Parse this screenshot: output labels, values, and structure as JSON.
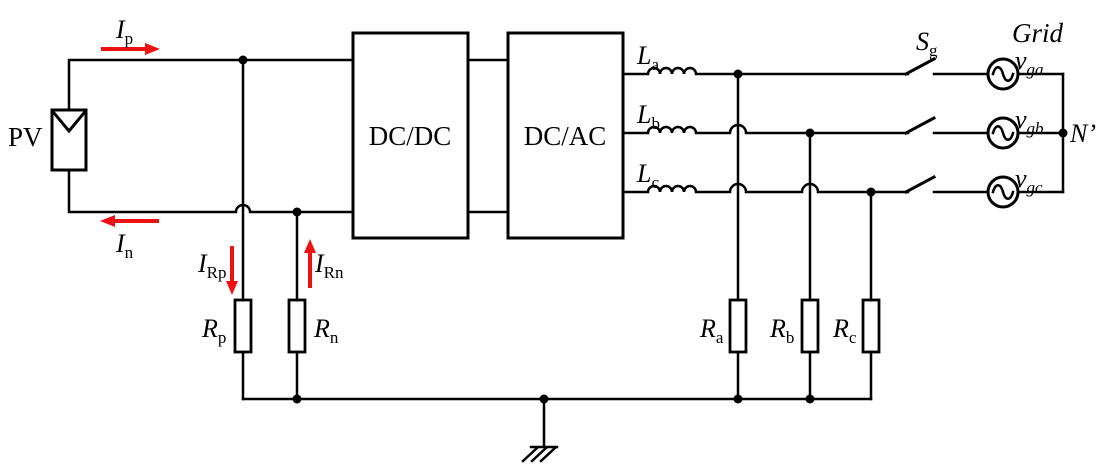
{
  "colors": {
    "background": "#ffffff",
    "wire": "#000000",
    "arrow": "#ee1111"
  },
  "pv": {
    "label": "PV"
  },
  "converters": {
    "dcdc_label": "DC/DC",
    "dcac_label": "DC/AC"
  },
  "currents": {
    "ip": {
      "main": "I",
      "sub": "p"
    },
    "in": {
      "main": "I",
      "sub": "n"
    },
    "irp": {
      "main": "I",
      "sub": "Rp"
    },
    "irn": {
      "main": "I",
      "sub": "Rn"
    }
  },
  "inductors": {
    "la": {
      "main": "L",
      "sub": "a"
    },
    "lb": {
      "main": "L",
      "sub": "b"
    },
    "lc": {
      "main": "L",
      "sub": "c"
    }
  },
  "resistors": {
    "rp": {
      "main": "R",
      "sub": "p"
    },
    "rn": {
      "main": "R",
      "sub": "n"
    },
    "ra": {
      "main": "R",
      "sub": "a"
    },
    "rb": {
      "main": "R",
      "sub": "b"
    },
    "rc": {
      "main": "R",
      "sub": "c"
    }
  },
  "switch": {
    "sg": {
      "main": "S",
      "sub": "g"
    }
  },
  "grid": {
    "title": "Grid",
    "neutral_label": "N’",
    "sources": {
      "vga": {
        "main": "v",
        "sub": "ga"
      },
      "vgb": {
        "main": "v",
        "sub": "gb"
      },
      "vgc": {
        "main": "v",
        "sub": "gc"
      }
    }
  }
}
